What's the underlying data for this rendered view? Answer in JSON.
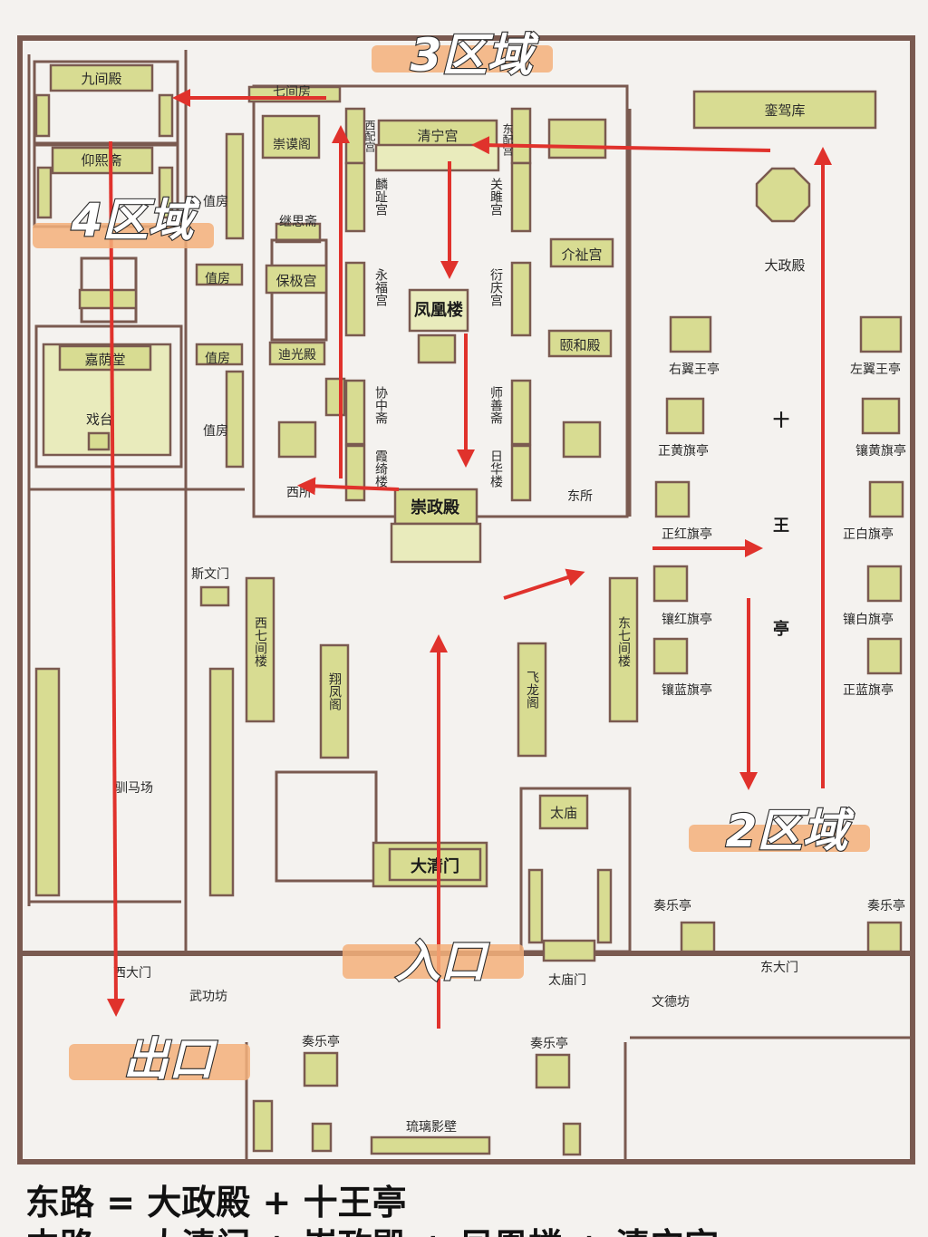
{
  "zones": {
    "zone3": "3区域",
    "zone4": "4区域",
    "zone2": "2区域",
    "entrance": "入口",
    "exit": "出口"
  },
  "buildings": {
    "jiujiandian": "九间殿",
    "yangxizhai": "仰熙斋",
    "qijianfang": "七间房",
    "songxunge": "崇谟阁",
    "xipeigong": "西配宫",
    "qingninggong": "清宁宫",
    "dongpeigong": "东配宫",
    "luanjiaku": "銮驾库",
    "zhiren": "值房",
    "zhifang1": "值房",
    "zhifang2": "值房",
    "zhifang3": "值房",
    "jisizhai": "继思斋",
    "linzhigong": "麟趾宫",
    "guanjugong": "关雎宫",
    "jieshigong": "介祉宫",
    "dazhengdian": "大政殿",
    "baojigong": "保极宫",
    "yongfugong": "永福宫",
    "yanqinggong": "衍庆宫",
    "fenghuanglou": "凤凰楼",
    "jiayintang": "嘉荫堂",
    "diguangdian": "迪光殿",
    "yiheidian": "颐和殿",
    "youyiwangting": "右翼王亭",
    "zuoyiwangting": "左翼王亭",
    "xiezhongzhai": "协中斋",
    "shishanzhai": "师善斋",
    "xitai": "戏台",
    "zhenghuangqiting": "正黄旗亭",
    "xianghuangqiting": "镶黄旗亭",
    "xiaqizhai": "霞绮楼",
    "rihualou": "日华楼",
    "xisuo": "西所",
    "chongzhengdian": "崇政殿",
    "dongsuo": "东所",
    "zhenghongqiting": "正红旗亭",
    "zhengbaiqiting": "正白旗亭",
    "shiwang_shi": "十",
    "shiwang_wang": "王",
    "shiwang_ting": "亭",
    "siwenmen": "斯文门",
    "xiqijianlou": "西七间楼",
    "dongqijianlou": "东七间楼",
    "xianghongqiting": "镶红旗亭",
    "xiangbaiqiting": "镶白旗亭",
    "xiangfengge": "翔凤阁",
    "feilongge": "飞龙阁",
    "xianglanqiting": "镶蓝旗亭",
    "zhenglanqiting": "正蓝旗亭",
    "xunmachang": "驯马场",
    "taimiao": "太庙",
    "daqingmen": "大清门",
    "zouleting1": "奏乐亭",
    "zouleting2": "奏乐亭",
    "zouleting3": "奏乐亭",
    "zouleting4": "奏乐亭",
    "xidamen": "西大门",
    "dongdamen": "东大门",
    "taimiaomen": "太庙门",
    "wugongfang": "武功坊",
    "wendefang": "文德坊",
    "liuliyingbi": "琉璃影壁"
  },
  "captions": {
    "line1": "东路 = 大政殿 + 十王亭",
    "line2": "中路 = 大清门 + 崇政殿 + 凤凰楼 + 清宁宫"
  },
  "colors": {
    "building": "#d8dc92",
    "wall": "#7a5a50",
    "route": "#e0322c",
    "zone_tag": "#f3b07a"
  }
}
